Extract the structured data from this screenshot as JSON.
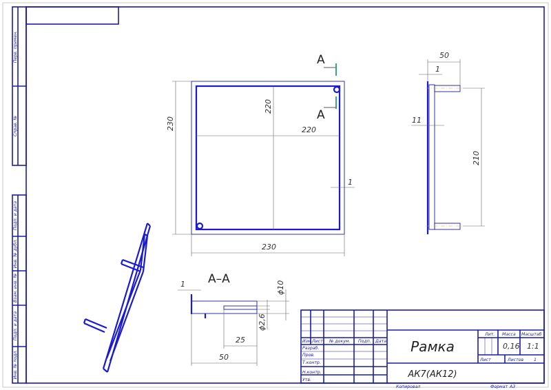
{
  "colors": {
    "line": "#1a1ad0",
    "frame": "#1a1aa6",
    "dimension": "#666666",
    "cut_mark": "#0a8a6a"
  },
  "stamps": [
    "Перв. примен.",
    "Справ. №",
    "Подп. и дата",
    "Инв. № дубл.",
    "Взам. инв. №",
    "Подп. и дата",
    "Инв. № подл."
  ],
  "front_view": {
    "dims": {
      "outer_height": "230",
      "inner_height": "220",
      "inner_width": "220",
      "outer_width": "230",
      "wall": "1"
    },
    "section_mark_top": "А",
    "section_mark_bottom": "А"
  },
  "side_view": {
    "dims": {
      "length": "50",
      "plate": "1",
      "frame_depth": "11",
      "pin_spacing": "210"
    }
  },
  "section": {
    "title": "А–А",
    "dims": {
      "plate": "1",
      "outer_diameter": "ϕ10",
      "hole_diameter": "ϕ2,6",
      "hole_depth": "25",
      "length": "50"
    }
  },
  "title_block": {
    "headers": [
      "Изм.",
      "Лист",
      "№ докум.",
      "Подп.",
      "Дата"
    ],
    "roles": [
      "Разраб.",
      "Пров.",
      "Т.контр.",
      "Н.контр.",
      "Утв."
    ],
    "name": "Рамка",
    "designation": "АК7(АК12)",
    "lit_label": "Лит.",
    "mass_label": "Масса",
    "scale_label": "Масштаб",
    "mass": "0,16",
    "scale": "1:1",
    "sheet_label": "Лист",
    "sheets_label": "Листов",
    "sheets": "1",
    "copied_label": "Копировал",
    "format_label": "Формат",
    "format": "А3"
  }
}
